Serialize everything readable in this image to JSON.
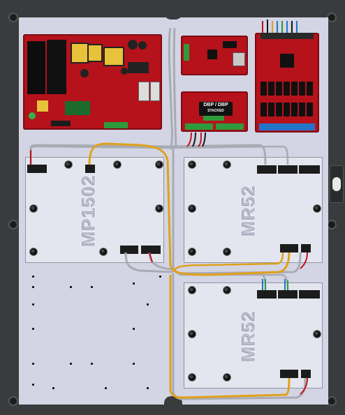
{
  "boards": {
    "dbp_label_top": "DBP / DBP",
    "dbp_label_bottom": "STACKED",
    "module_left": "MP1502",
    "module_right_top": "MR52",
    "module_right_bottom": "MR52"
  },
  "colors": {
    "enclosure": "#3a3b3d",
    "backplate": "#d3d5e4",
    "pcb_red": "#b5121b",
    "wire_yellow": "#e0a11a",
    "wire_gray": "#a9abb4",
    "terminal_green": "#2e9a3b",
    "terminal_blue": "#2274c9"
  }
}
